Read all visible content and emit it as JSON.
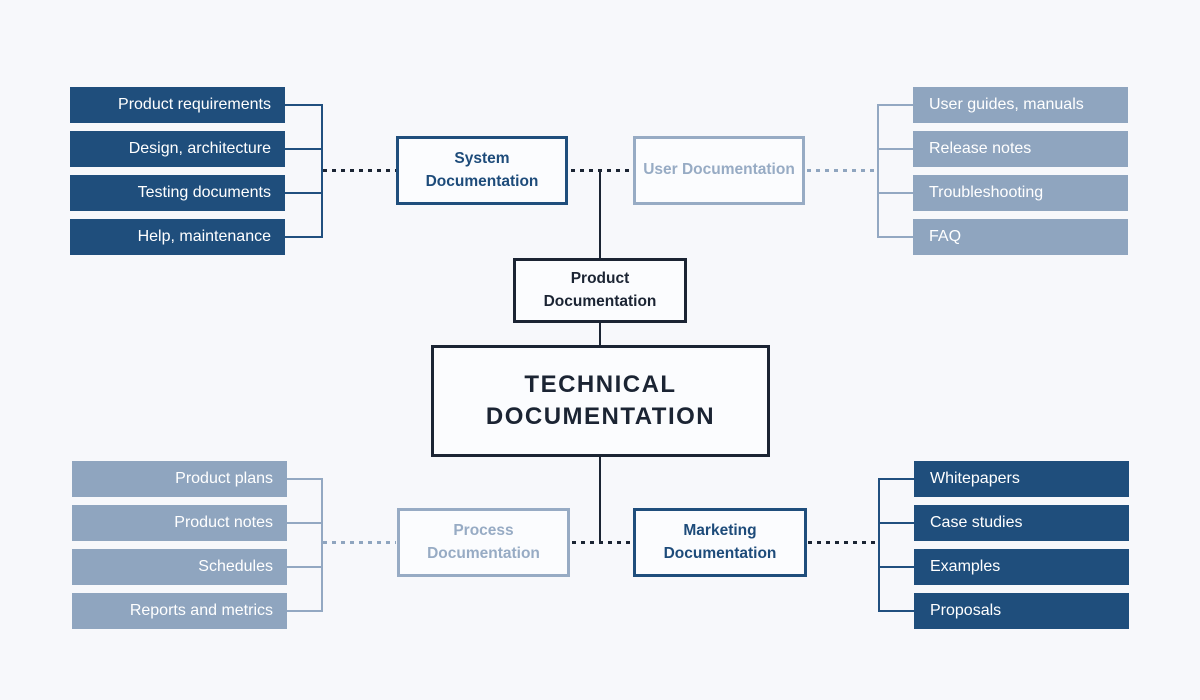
{
  "diagram": {
    "root": {
      "label": "TECHNICAL DOCUMENTATION"
    },
    "center_child": {
      "label": "Product Documentation"
    },
    "branches": {
      "system": {
        "label": "System Documentation",
        "theme": "dark",
        "items": [
          "Product requirements",
          "Design, architecture",
          "Testing documents",
          "Help, maintenance"
        ]
      },
      "user": {
        "label": "User Documentation",
        "theme": "light",
        "items": [
          "User guides, manuals",
          "Release notes",
          "Troubleshooting",
          "FAQ"
        ]
      },
      "process": {
        "label": "Process Documentation",
        "theme": "light",
        "items": [
          "Product plans",
          "Product notes",
          "Schedules",
          "Reports and metrics"
        ]
      },
      "marketing": {
        "label": "Marketing Documentation",
        "theme": "dark",
        "items": [
          "Whitepapers",
          "Case studies",
          "Examples",
          "Proposals"
        ]
      }
    },
    "colors": {
      "background": "#F7F8FB",
      "dark_fill": "#1F4E7C",
      "light_fill": "#8FA5BF",
      "navy_line": "#1B2433",
      "light_line": "#93A8C2",
      "item_text": "#FFFFFF"
    }
  }
}
